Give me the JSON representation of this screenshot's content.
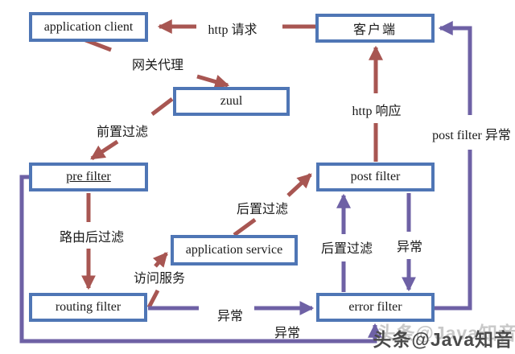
{
  "diagram": {
    "boxes": {
      "application_client": "application client",
      "client": "客户端",
      "zuul": "zuul",
      "pre_filter": "pre filter",
      "application_service": "application service",
      "post_filter": "post filter",
      "routing_filter": "routing filter",
      "error_filter": "error filter"
    },
    "labels": {
      "http_request": "http 请求",
      "gateway_proxy": "网关代理",
      "pre_filtering": "前置过滤",
      "http_response": "http 响应",
      "post_filter_exception": "post filter 异常",
      "filter_after_routing": "路由后过滤",
      "post_filtering_service": "后置过滤",
      "access_service": "访问服务",
      "post_filtering_error": "后置过滤",
      "exception_post_to_error": "异常",
      "exception_routing_to_error": "异常",
      "exception_bottom": "异常"
    },
    "colors": {
      "box_border": "#4f76b5",
      "arrow_red": "#a85652",
      "arrow_purple": "#6e61a5",
      "text": "#1a1a1a",
      "watermark": "#4a4a4a"
    },
    "watermark": "头条@Java知音"
  }
}
